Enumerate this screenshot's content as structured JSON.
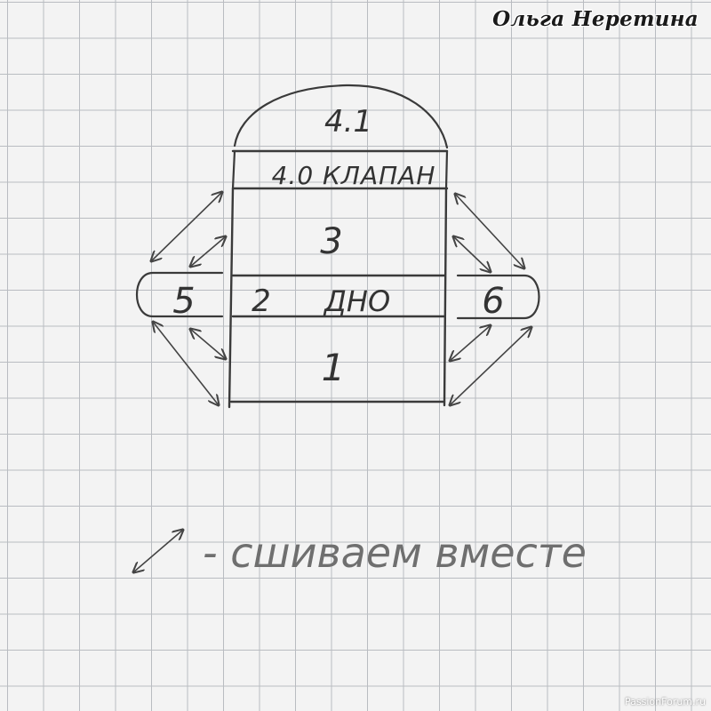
{
  "author": "Ольга Неретина",
  "watermark": "PassionForum.ru",
  "parts": {
    "flap_top": "4.1",
    "flap": "4.0 КЛАПАН",
    "front": "3",
    "bottom_num": "2",
    "bottom_word": "ДНО",
    "back": "1",
    "side_left": "5",
    "side_right": "6"
  },
  "legend": {
    "text": "- сшиваем вместе"
  }
}
